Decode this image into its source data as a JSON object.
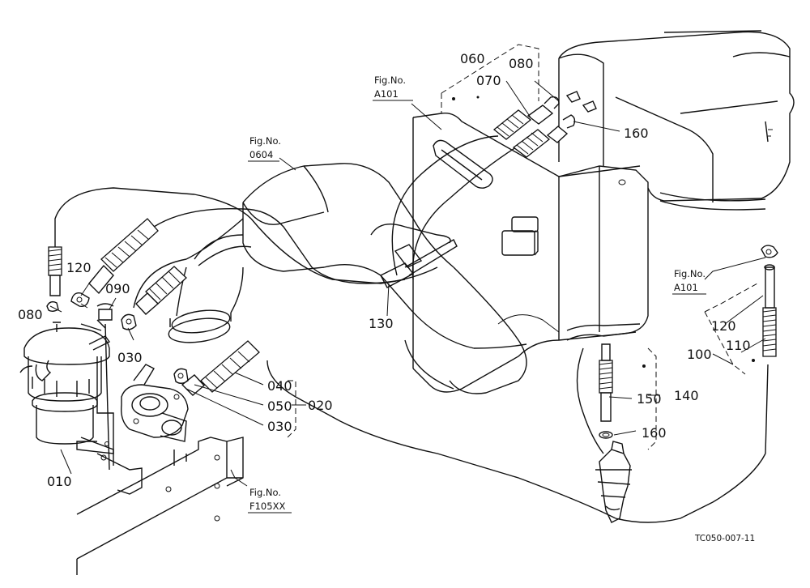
{
  "parts": {
    "p010": "010",
    "p020": "020",
    "p030a": "030",
    "p030b": "030",
    "p040": "040",
    "p050": "050",
    "p060": "060",
    "p070": "070",
    "p080a": "080",
    "p080b": "080",
    "p090": "090",
    "p100": "100",
    "p110": "110",
    "p120a": "120",
    "p120b": "120",
    "p130": "130",
    "p140": "140",
    "p150": "150",
    "p160a": "160",
    "p160b": "160"
  },
  "figrefs": {
    "a101_top": {
      "line1": "Fig.No.",
      "line2": "A101"
    },
    "f0604": {
      "line1": "Fig.No.",
      "line2": "0604"
    },
    "a101_right": {
      "line1": "Fig.No.",
      "line2": "A101"
    },
    "f105xx": {
      "line1": "Fig.No.",
      "line2": "F105XX"
    }
  },
  "drawing_code": "TC050-007-11"
}
